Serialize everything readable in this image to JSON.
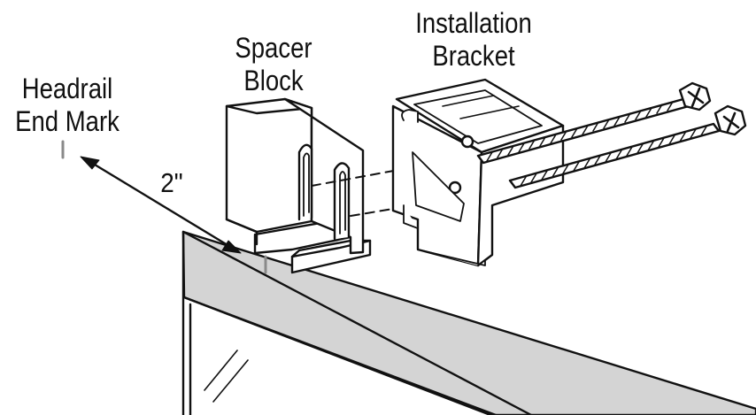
{
  "labels": {
    "headrail_end_mark": [
      "Headrail",
      "End Mark"
    ],
    "spacer_block": [
      "Spacer",
      "Block"
    ],
    "installation_bracket": [
      "Installation",
      "Bracket"
    ],
    "dimension": "2\""
  },
  "colors": {
    "line": "#111111",
    "header_gray": "#d4d4d4",
    "mark_gray": "#8a8a8a",
    "background": "#ffffff"
  }
}
